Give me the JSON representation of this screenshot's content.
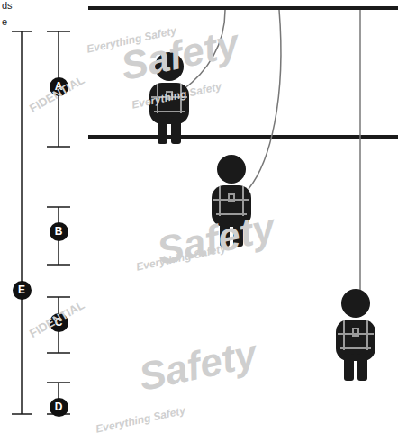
{
  "diagram": {
    "nodes": [
      {
        "text": [
          "A"
        ]
      },
      {
        "text": [
          "B"
        ]
      },
      {
        "text": [
          "C"
        ]
      },
      {
        "text": [
          "D"
        ]
      },
      {
        "text": [
          "E"
        ]
      }
    ],
    "labels": [
      "ds",
      "e",
      "Safety",
      "Safety",
      "Safety",
      "Everything Safety",
      "Everything Safety",
      "Everything Safety",
      "Everything Safety",
      "FIDENTIAL",
      "FIDENTIAL"
    ]
  }
}
